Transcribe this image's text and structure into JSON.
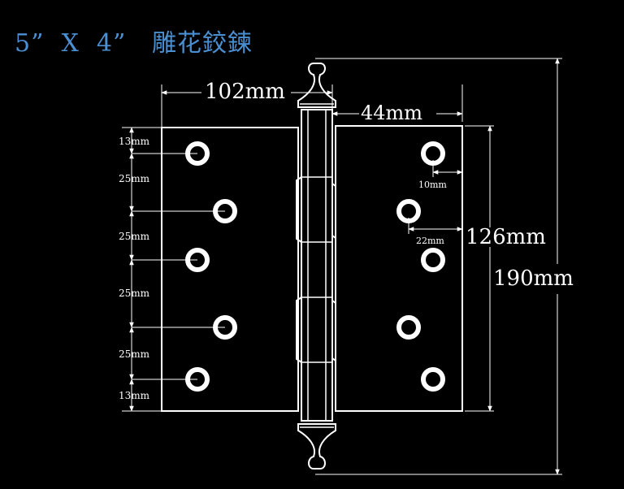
{
  "title": "5”  X  4”   雕花鉸鍊",
  "accent_color": "#4a8fd1",
  "dimensions": {
    "width_total": "102mm",
    "leaf_width": "44mm",
    "height_leaf": "126mm",
    "height_total": "190mm",
    "hole_edge_offset": "10mm",
    "hole_row_offset": "22mm",
    "spacing_end_top": "13mm",
    "spacing_1": "25mm",
    "spacing_2": "25mm",
    "spacing_3": "25mm",
    "spacing_4": "25mm",
    "spacing_end_bottom": "13mm"
  }
}
